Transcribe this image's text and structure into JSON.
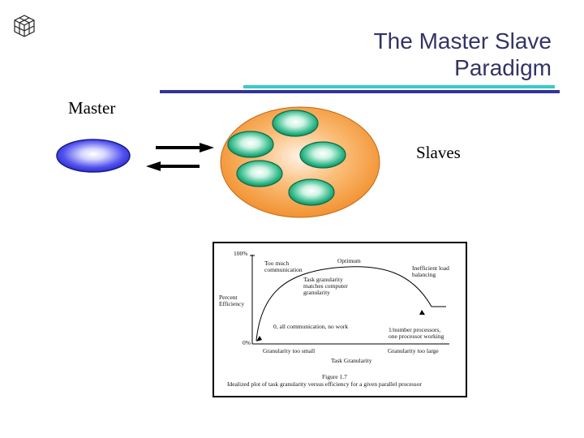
{
  "slide": {
    "title_line1": "The Master Slave",
    "title_line2": "Paradigm",
    "master_label": "Master",
    "slaves_label": "Slaves",
    "logo_icon": "cube-logo-icon"
  },
  "colors": {
    "title": "#333366",
    "rule_light": "#33cccc",
    "rule_dark": "#333399",
    "master_node": "#4444ee",
    "slave_pool": "#f59a3c",
    "slave_node": "#1fa67a"
  },
  "figure": {
    "y_top": "100%",
    "y_bottom": "0%",
    "y_axis_label_1": "Percent",
    "y_axis_label_2": "Efficiency",
    "too_much_1": "Too much",
    "too_much_2": "communication",
    "optimum": "Optimum",
    "inefficient_1": "Inefficient load",
    "inefficient_2": "balancing",
    "task_gran_1": "Task granularity",
    "task_gran_2": "matches computer",
    "task_gran_3": "granularity",
    "all_comm": "0, all communication, no work",
    "one_proc_1": "1/number processors,",
    "one_proc_2": "one processor working",
    "x_left": "Granularity too small",
    "x_right": "Granularity too large",
    "x_label": "Task Granularity",
    "fig_num": "Figure 1.7",
    "caption": "Idealized plot of task granularity versus efficiency for a given parallel processor"
  }
}
